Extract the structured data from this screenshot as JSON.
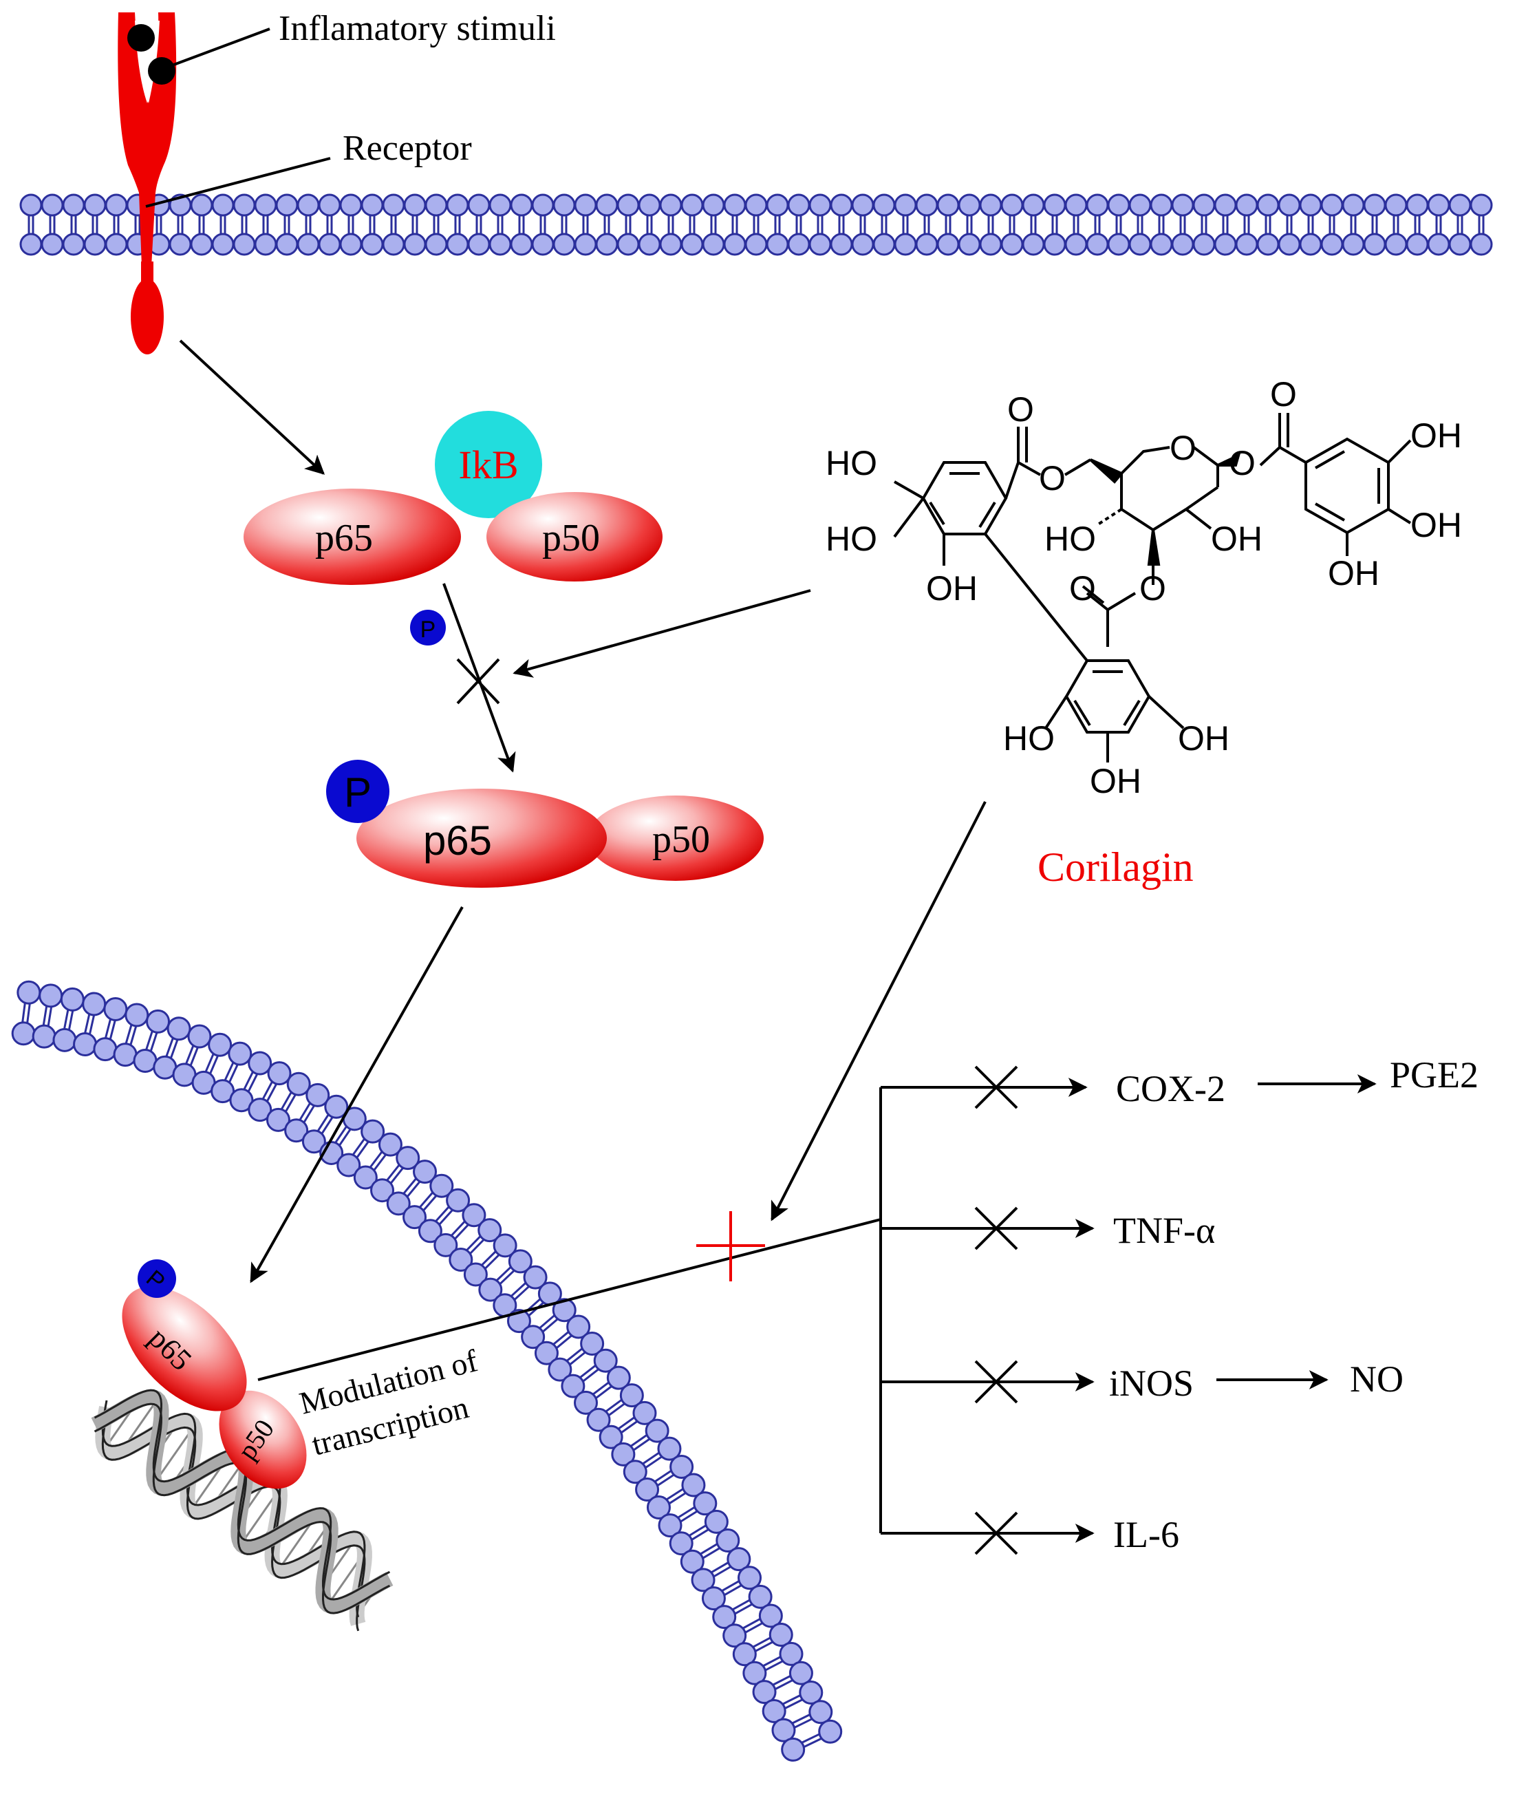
{
  "labels": {
    "inflammatory_stimuli": "Inflamatory stimuli",
    "receptor": "Receptor",
    "ikb": "IkB",
    "p65": "p65",
    "p50": "p50",
    "p": "P",
    "corilagin": "Corilagin",
    "modulation_line1": "Modulation of",
    "modulation_line2": "transcription",
    "cox2": "COX-2",
    "pge2": "PGE2",
    "tnf": "TNF-α",
    "inos": "iNOS",
    "no": "NO",
    "il6": "IL-6"
  },
  "chemistry": {
    "ho": "HO",
    "oh": "OH",
    "o": "O"
  },
  "colors": {
    "membrane_fill": "#aab0ee",
    "membrane_stroke": "#2b2f9c",
    "receptor": "#ee0000",
    "protein": "#ee2a2a",
    "ikb": "#22dddd",
    "phosphate": "#0a0ad0",
    "corilagin": "#ee0000",
    "inhibit_red": "#ee0000"
  }
}
